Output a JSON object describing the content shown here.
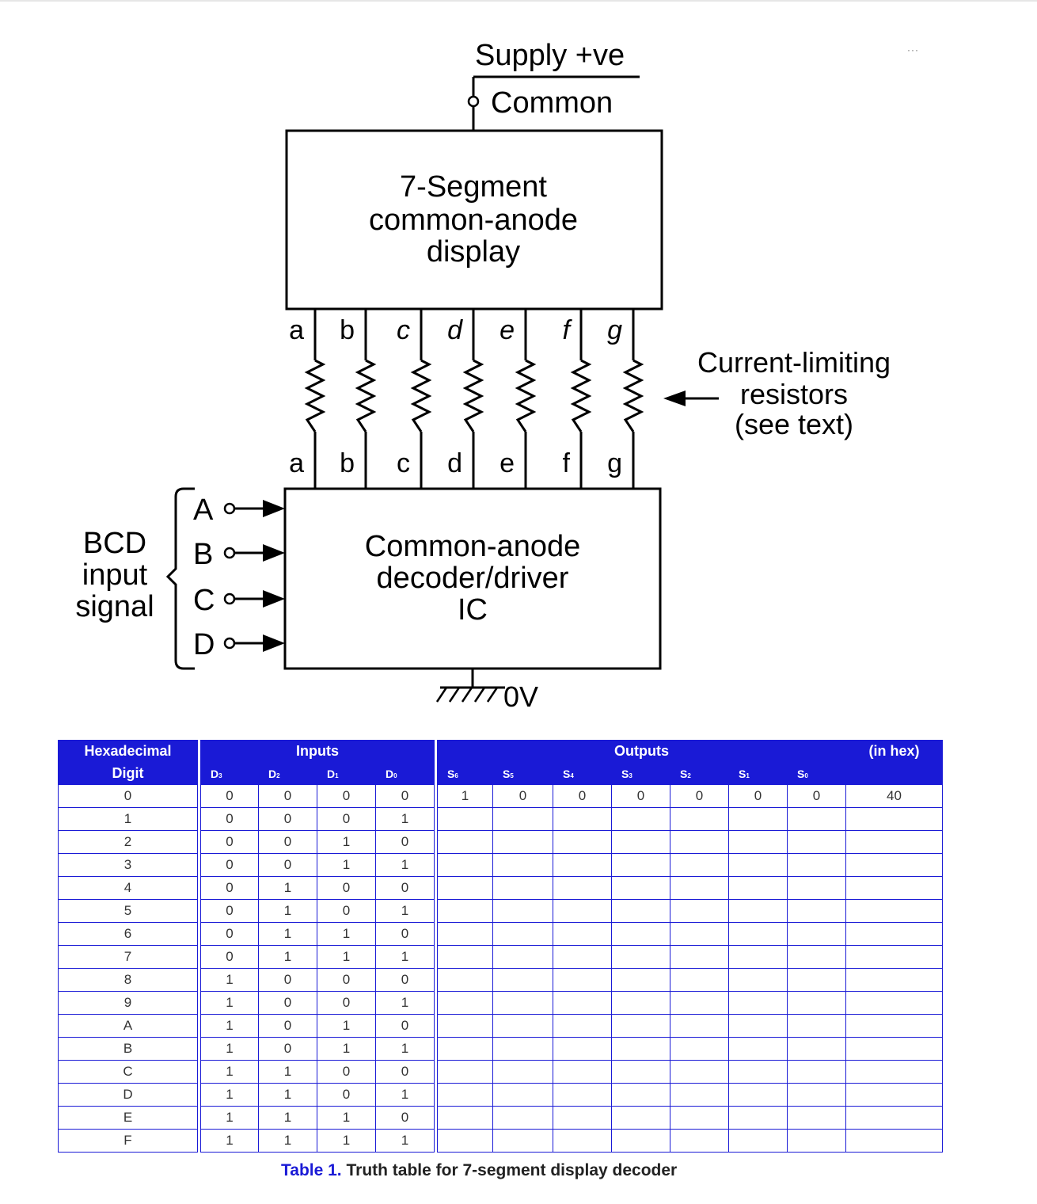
{
  "diagram": {
    "supply_label": "Supply +ve",
    "common_label": "Common",
    "display_box_lines": [
      "7-Segment",
      "common-anode",
      "display"
    ],
    "segments_top": [
      "a",
      "b",
      "c",
      "d",
      "e",
      "f",
      "g"
    ],
    "segments_bottom": [
      "a",
      "b",
      "c",
      "d",
      "e",
      "f",
      "g"
    ],
    "resistor_label_lines": [
      "Current-limiting",
      "resistors",
      "(see text)"
    ],
    "decoder_box_lines": [
      "Common-anode",
      "decoder/driver",
      "IC"
    ],
    "ground_label": "0V",
    "bcd_label_lines": [
      "BCD",
      "input",
      "signal"
    ],
    "bcd_inputs": [
      "A",
      "B",
      "C",
      "D"
    ]
  },
  "table": {
    "header_hex_line1": "Hexadecimal",
    "header_hex_line2": "Digit",
    "header_inputs": "Inputs",
    "header_outputs": "Outputs",
    "header_in_hex": "(in hex)",
    "input_subheaders": [
      "D",
      "D",
      "D",
      "D"
    ],
    "output_subheaders": [
      "S",
      "S",
      "S",
      "S",
      "S",
      "S",
      "S"
    ],
    "rows": [
      {
        "digit": "0",
        "inputs": [
          "0",
          "0",
          "0",
          "0"
        ],
        "outputs": [
          "1",
          "0",
          "0",
          "0",
          "0",
          "0",
          "0"
        ],
        "hex": "40"
      },
      {
        "digit": "1",
        "inputs": [
          "0",
          "0",
          "0",
          "1"
        ],
        "outputs": [
          "",
          "",
          "",
          "",
          "",
          "",
          ""
        ],
        "hex": ""
      },
      {
        "digit": "2",
        "inputs": [
          "0",
          "0",
          "1",
          "0"
        ],
        "outputs": [
          "",
          "",
          "",
          "",
          "",
          "",
          ""
        ],
        "hex": ""
      },
      {
        "digit": "3",
        "inputs": [
          "0",
          "0",
          "1",
          "1"
        ],
        "outputs": [
          "",
          "",
          "",
          "",
          "",
          "",
          ""
        ],
        "hex": ""
      },
      {
        "digit": "4",
        "inputs": [
          "0",
          "1",
          "0",
          "0"
        ],
        "outputs": [
          "",
          "",
          "",
          "",
          "",
          "",
          ""
        ],
        "hex": ""
      },
      {
        "digit": "5",
        "inputs": [
          "0",
          "1",
          "0",
          "1"
        ],
        "outputs": [
          "",
          "",
          "",
          "",
          "",
          "",
          ""
        ],
        "hex": ""
      },
      {
        "digit": "6",
        "inputs": [
          "0",
          "1",
          "1",
          "0"
        ],
        "outputs": [
          "",
          "",
          "",
          "",
          "",
          "",
          ""
        ],
        "hex": ""
      },
      {
        "digit": "7",
        "inputs": [
          "0",
          "1",
          "1",
          "1"
        ],
        "outputs": [
          "",
          "",
          "",
          "",
          "",
          "",
          ""
        ],
        "hex": ""
      },
      {
        "digit": "8",
        "inputs": [
          "1",
          "0",
          "0",
          "0"
        ],
        "outputs": [
          "",
          "",
          "",
          "",
          "",
          "",
          ""
        ],
        "hex": ""
      },
      {
        "digit": "9",
        "inputs": [
          "1",
          "0",
          "0",
          "1"
        ],
        "outputs": [
          "",
          "",
          "",
          "",
          "",
          "",
          ""
        ],
        "hex": ""
      },
      {
        "digit": "A",
        "inputs": [
          "1",
          "0",
          "1",
          "0"
        ],
        "outputs": [
          "",
          "",
          "",
          "",
          "",
          "",
          ""
        ],
        "hex": ""
      },
      {
        "digit": "B",
        "inputs": [
          "1",
          "0",
          "1",
          "1"
        ],
        "outputs": [
          "",
          "",
          "",
          "",
          "",
          "",
          ""
        ],
        "hex": ""
      },
      {
        "digit": "C",
        "inputs": [
          "1",
          "1",
          "0",
          "0"
        ],
        "outputs": [
          "",
          "",
          "",
          "",
          "",
          "",
          ""
        ],
        "hex": ""
      },
      {
        "digit": "D",
        "inputs": [
          "1",
          "1",
          "0",
          "1"
        ],
        "outputs": [
          "",
          "",
          "",
          "",
          "",
          "",
          ""
        ],
        "hex": ""
      },
      {
        "digit": "E",
        "inputs": [
          "1",
          "1",
          "1",
          "0"
        ],
        "outputs": [
          "",
          "",
          "",
          "",
          "",
          "",
          ""
        ],
        "hex": ""
      },
      {
        "digit": "F",
        "inputs": [
          "1",
          "1",
          "1",
          "1"
        ],
        "outputs": [
          "",
          "",
          "",
          "",
          "",
          "",
          ""
        ],
        "hex": ""
      }
    ]
  },
  "caption": {
    "number": "Table 1.",
    "text": " Truth table for 7-segment display decoder"
  },
  "colors": {
    "table_blue": "#1a1ad6",
    "text": "#000000"
  }
}
